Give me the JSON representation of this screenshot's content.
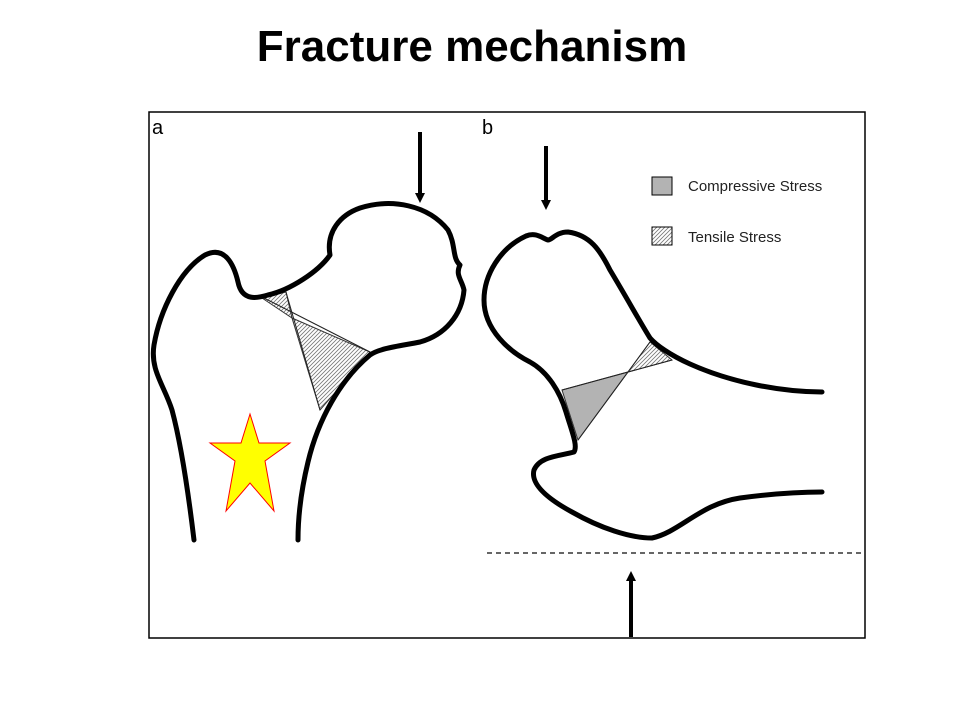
{
  "slide": {
    "title": "Fracture mechanism"
  },
  "figure": {
    "panel_a_label": "a",
    "panel_b_label": "b",
    "legend": {
      "compressive_label": "Compressive Stress",
      "tensile_label": "Tensile Stress"
    }
  },
  "colors": {
    "compressive_fill": "#b3b3b3",
    "bone_outline": "#000000",
    "star_fill": "#ffff00",
    "star_stroke": "#ff0000"
  }
}
